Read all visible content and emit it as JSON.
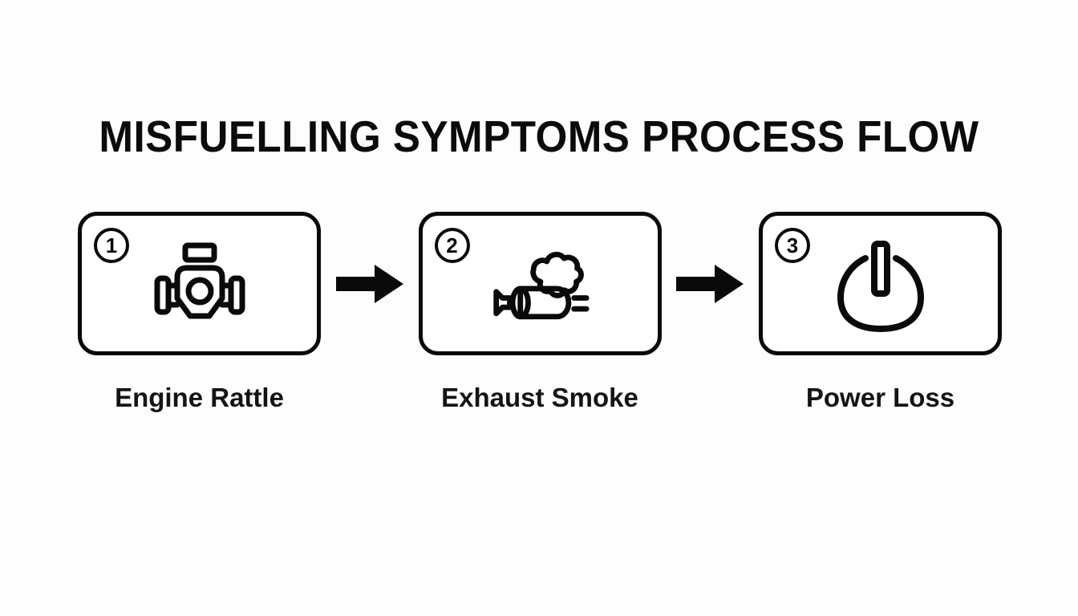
{
  "page": {
    "title": "MISFUELLING SYMPTOMS PROCESS FLOW",
    "background_color": "#fdfdfd",
    "ink_color": "#0a0a0a"
  },
  "flow": {
    "steps": [
      {
        "number": "1",
        "label": "Engine Rattle",
        "icon": "engine-icon"
      },
      {
        "number": "2",
        "label": "Exhaust Smoke",
        "icon": "exhaust-smoke-icon"
      },
      {
        "number": "3",
        "label": "Power Loss",
        "icon": "power-icon"
      }
    ],
    "connectors": [
      {
        "icon": "arrow-right-icon"
      },
      {
        "icon": "arrow-right-icon"
      }
    ]
  }
}
